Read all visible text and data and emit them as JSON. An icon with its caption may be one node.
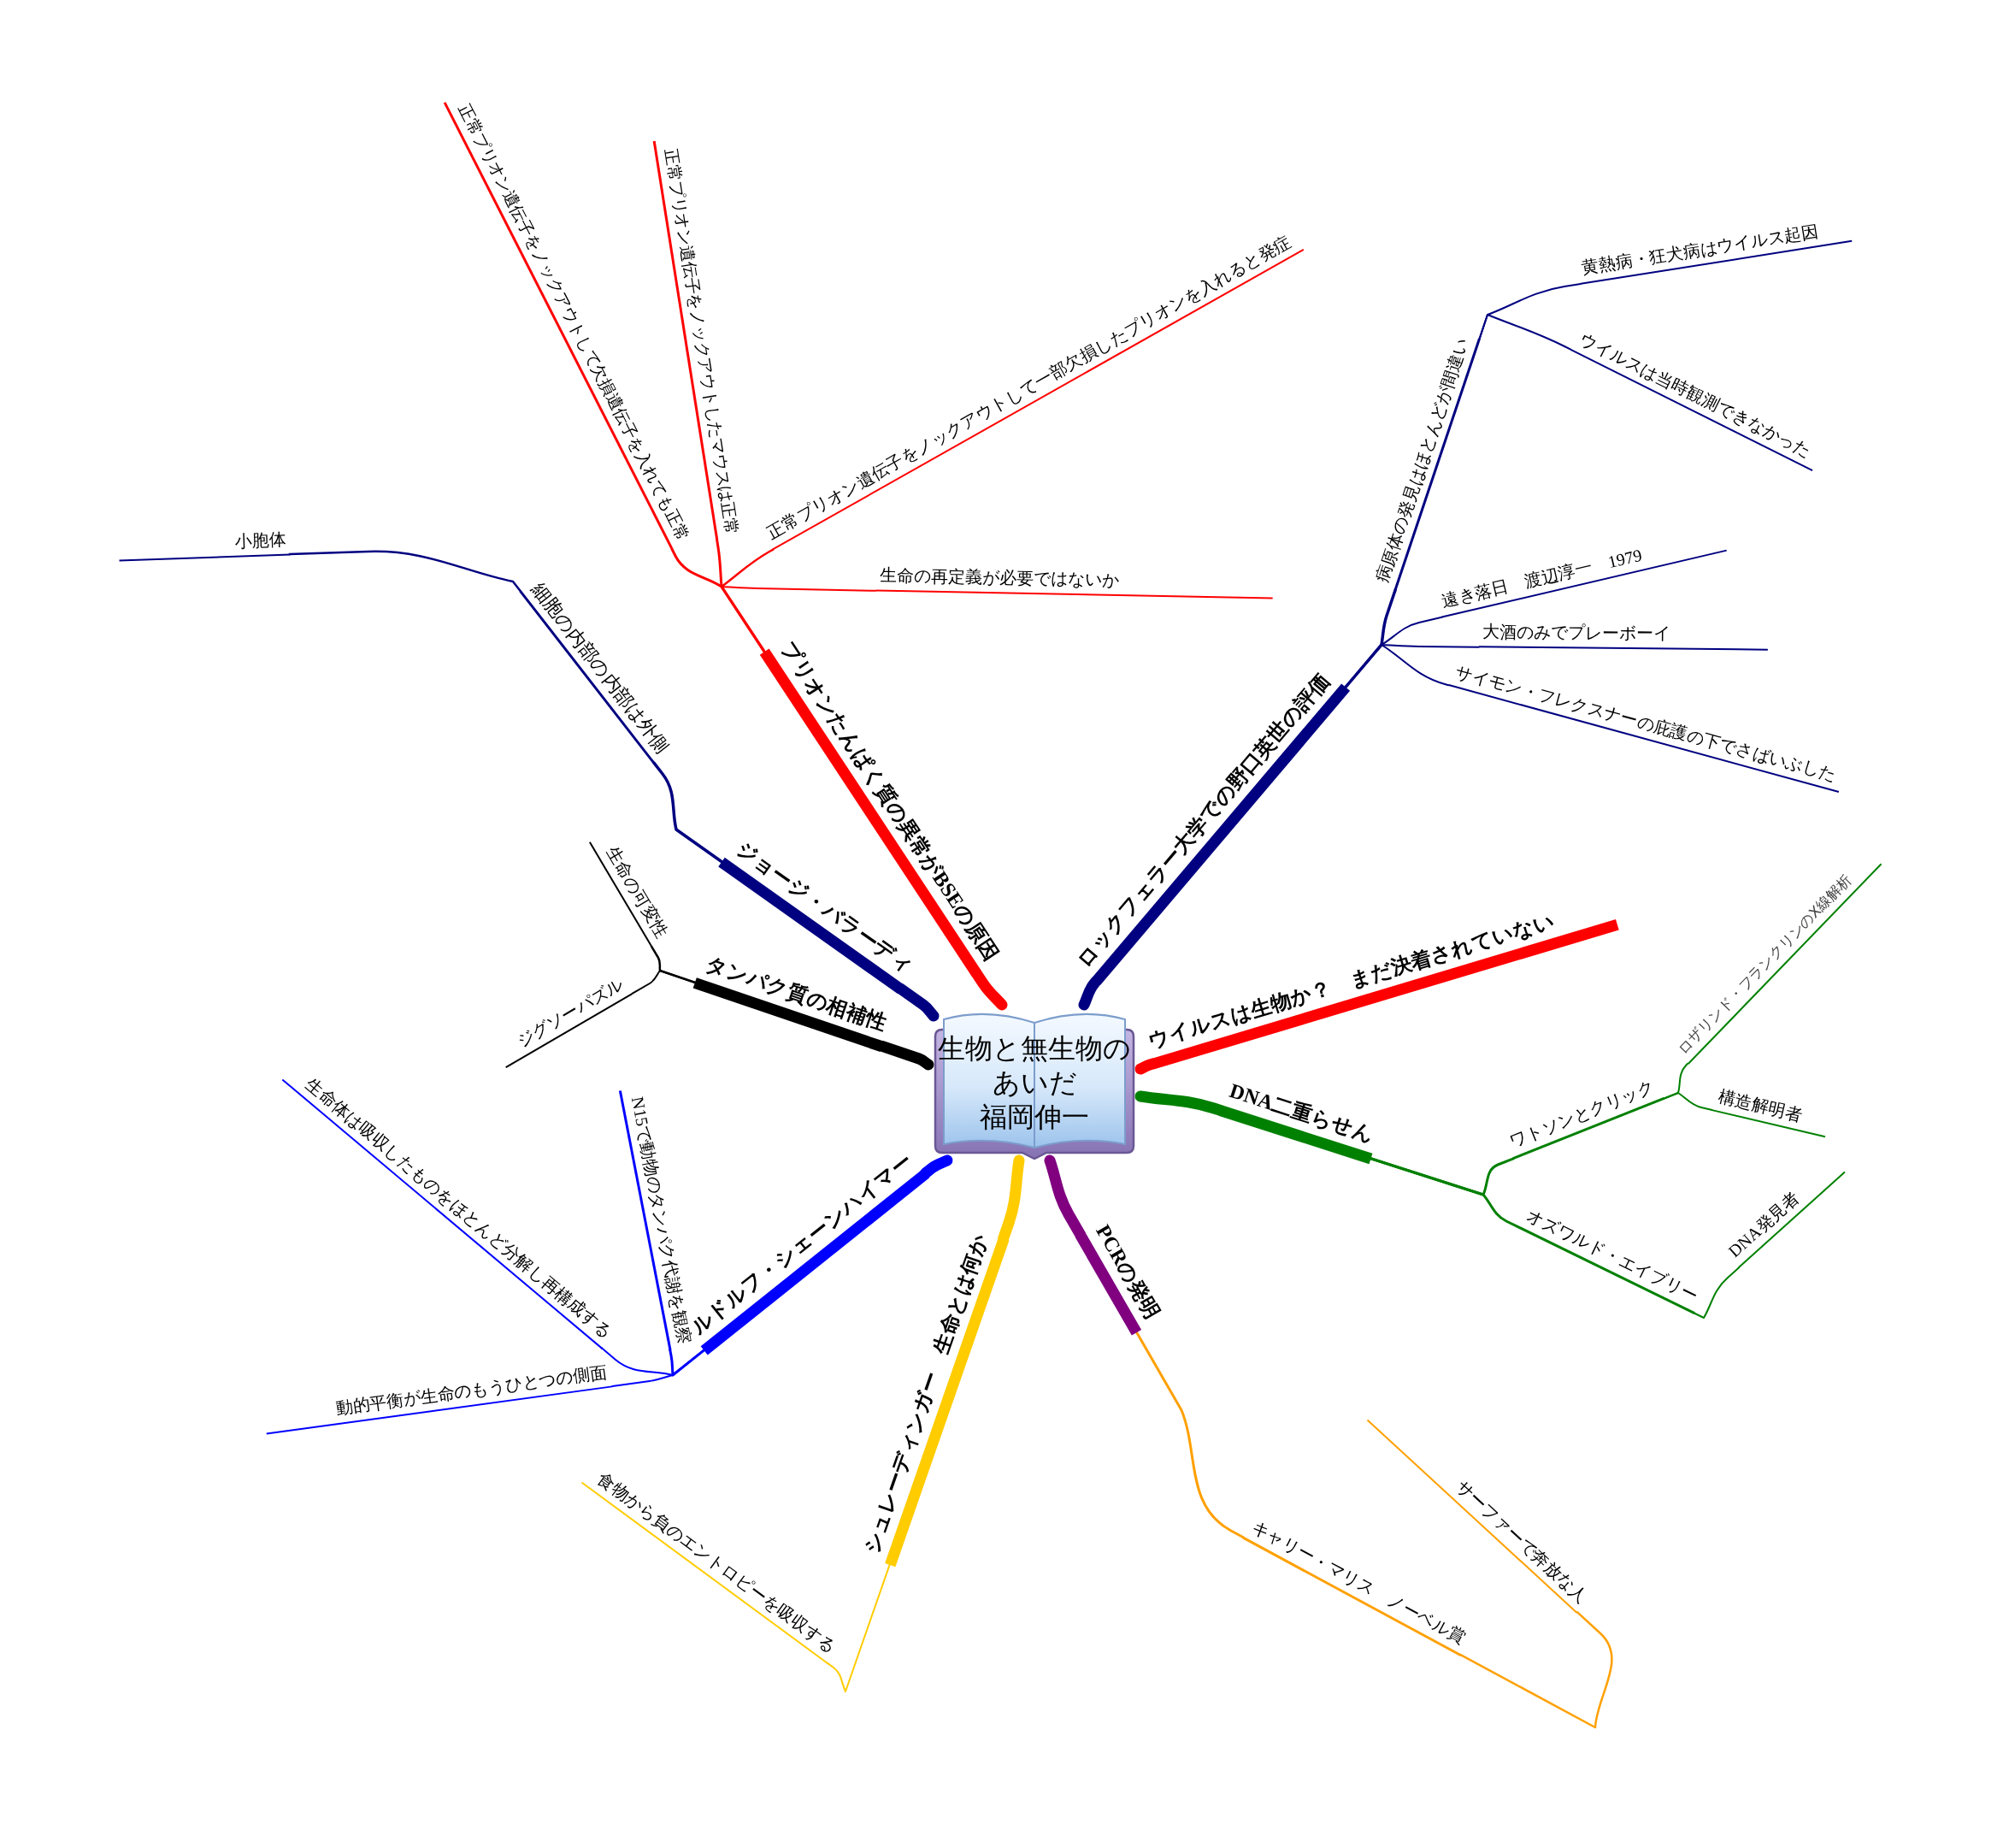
{
  "diagram": {
    "nodes": [
      {
        "text": [
          "生物と無生物のあいだ",
          "福岡伸一"
        ]
      },
      {
        "text": [
          "プリオンたんぱく質の異常がBSEの原因"
        ]
      },
      {
        "text": [
          "正常プリオン遺伝子をノックアウトして欠損遺伝子を入れても正常"
        ]
      },
      {
        "text": [
          "正常プリオン遺伝子をノックアウトしたマウスは正常"
        ]
      },
      {
        "text": [
          "正常プリオン遺伝子をノックアウトして一部欠損したプリオンを入れると発症"
        ]
      },
      {
        "text": [
          "生命の再定義が必要ではないか"
        ]
      },
      {
        "text": [
          "ロックフェラー大学での野口英世の評価"
        ]
      },
      {
        "text": [
          "病原体の発見はほとんどが間違い"
        ]
      },
      {
        "text": [
          "黄熱病・狂犬病はウイルス起因"
        ]
      },
      {
        "text": [
          "ウイルスは当時観測できなかった"
        ]
      },
      {
        "text": [
          "遠き落日　渡辺淳一　1979"
        ]
      },
      {
        "text": [
          "大酒のみでプレーボーイ"
        ]
      },
      {
        "text": [
          "サイモン・フレクスナーの庇護の下でさばいぶした"
        ]
      },
      {
        "text": [
          "ウイルスは生物か？　まだ決着されていない"
        ]
      },
      {
        "text": [
          "DNA二重らせん"
        ]
      },
      {
        "text": [
          "ワトソンとクリック"
        ]
      },
      {
        "text": [
          "ロザリンド・フランクリンのX線解析"
        ]
      },
      {
        "text": [
          "構造解明者"
        ]
      },
      {
        "text": [
          "オズワルド・エイブリー"
        ]
      },
      {
        "text": [
          "DNA発見者"
        ]
      },
      {
        "text": [
          "PCRの発明"
        ]
      },
      {
        "text": [
          "キャリー・マリス　ノーベル賞"
        ]
      },
      {
        "text": [
          "サーファーで奔放な人"
        ]
      },
      {
        "text": [
          "シュレーディンガー　生命とは何か"
        ]
      },
      {
        "text": [
          "食物から負のエントロピーを吸収する"
        ]
      },
      {
        "text": [
          "ルドルフ・シェーンハイマー"
        ]
      },
      {
        "text": [
          "生命体は吸収したものをほとんど分解し再構成する"
        ]
      },
      {
        "text": [
          "N15で動物のタンパク代謝を観察"
        ]
      },
      {
        "text": [
          "動的平衡が生命のもうひとつの側面"
        ]
      },
      {
        "text": [
          "タンパク質の相補性"
        ]
      },
      {
        "text": [
          "生命の可変性"
        ]
      },
      {
        "text": [
          "ジグソーパズル"
        ]
      },
      {
        "text": [
          "ジョージ・バラーディ"
        ]
      },
      {
        "text": [
          "細胞の内部の内部は外側"
        ]
      },
      {
        "text": [
          "小胞体"
        ]
      }
    ],
    "edges": [
      {
        "from": 0,
        "to": 1,
        "arrow": "none",
        "style": "thick",
        "color": "#ff0000"
      },
      {
        "from": 1,
        "to": 2,
        "arrow": "none",
        "color": "#ff0000"
      },
      {
        "from": 1,
        "to": 3,
        "arrow": "none",
        "color": "#ff0000"
      },
      {
        "from": 1,
        "to": 4,
        "arrow": "none",
        "color": "#ff0000"
      },
      {
        "from": 1,
        "to": 5,
        "arrow": "none",
        "color": "#ff0000"
      },
      {
        "from": 0,
        "to": 6,
        "arrow": "none",
        "style": "thick"
      },
      {
        "from": 6,
        "to": 7,
        "arrow": "none"
      },
      {
        "from": 7,
        "to": 8,
        "arrow": "none"
      },
      {
        "from": 7,
        "to": 9,
        "arrow": "none"
      },
      {
        "from": 6,
        "to": 10,
        "arrow": "none"
      },
      {
        "from": 6,
        "to": 11,
        "arrow": "none"
      },
      {
        "from": 6,
        "to": 12,
        "arrow": "none"
      },
      {
        "from": 0,
        "to": 13,
        "arrow": "none",
        "style": "thick",
        "color": "#ff0000"
      },
      {
        "from": 0,
        "to": 14,
        "arrow": "none",
        "style": "thick",
        "color": "#008000"
      },
      {
        "from": 14,
        "to": 15,
        "arrow": "none",
        "color": "#008000"
      },
      {
        "from": 15,
        "to": 16,
        "arrow": "none",
        "color": "#008000"
      },
      {
        "from": 15,
        "to": 17,
        "arrow": "none",
        "color": "#008000"
      },
      {
        "from": 14,
        "to": 18,
        "arrow": "none",
        "color": "#008000"
      },
      {
        "from": 18,
        "to": 19,
        "arrow": "none",
        "color": "#008000"
      },
      {
        "from": 0,
        "to": 20,
        "arrow": "none",
        "style": "thick",
        "color": "#800080"
      },
      {
        "from": 20,
        "to": 21,
        "arrow": "none",
        "color": "#ffa000"
      },
      {
        "from": 21,
        "to": 22,
        "arrow": "none",
        "color": "#ffa000"
      },
      {
        "from": 0,
        "to": 23,
        "arrow": "none",
        "style": "thick",
        "color": "#ffcc00"
      },
      {
        "from": 23,
        "to": 24,
        "arrow": "none",
        "color": "#ffcc00"
      },
      {
        "from": 0,
        "to": 25,
        "arrow": "none",
        "style": "thick",
        "color": "#0000ff"
      },
      {
        "from": 25,
        "to": 26,
        "arrow": "none",
        "color": "#0000ff"
      },
      {
        "from": 25,
        "to": 27,
        "arrow": "none",
        "color": "#0000ff"
      },
      {
        "from": 25,
        "to": 28,
        "arrow": "none",
        "color": "#0000ff"
      },
      {
        "from": 0,
        "to": 29,
        "arrow": "none",
        "style": "thick",
        "color": "#000000"
      },
      {
        "from": 29,
        "to": 30,
        "arrow": "none",
        "color": "#000000"
      },
      {
        "from": 29,
        "to": 31,
        "arrow": "none",
        "color": "#000000"
      },
      {
        "from": 0,
        "to": 32,
        "arrow": "none",
        "style": "thick"
      },
      {
        "from": 32,
        "to": 33,
        "arrow": "none"
      },
      {
        "from": 33,
        "to": 34,
        "arrow": "none"
      }
    ]
  }
}
